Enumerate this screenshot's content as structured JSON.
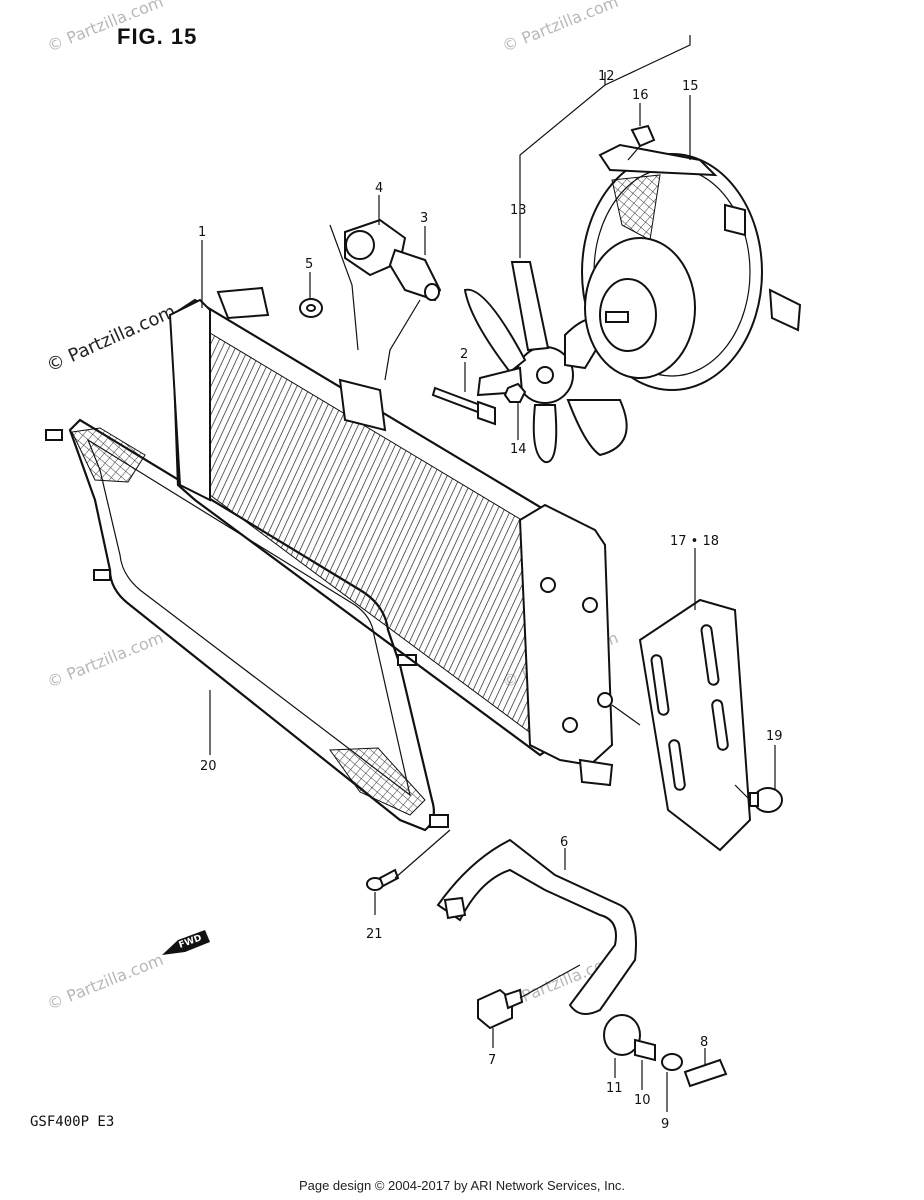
{
  "figure": {
    "title": "FIG. 15",
    "model_code": "GSF400P  E3",
    "footer": "Page design © 2004-2017 by ARI Network Services, Inc.",
    "watermark_primary": "© Partzilla.com",
    "watermark_faint": "© Partzilla.com",
    "fwd_label": "FWD"
  },
  "callouts": [
    {
      "id": "c1",
      "label": "1"
    },
    {
      "id": "c2",
      "label": "2"
    },
    {
      "id": "c3",
      "label": "3"
    },
    {
      "id": "c4",
      "label": "4"
    },
    {
      "id": "c5",
      "label": "5"
    },
    {
      "id": "c6",
      "label": "6"
    },
    {
      "id": "c7",
      "label": "7"
    },
    {
      "id": "c8",
      "label": "8"
    },
    {
      "id": "c9",
      "label": "9"
    },
    {
      "id": "c10",
      "label": "10"
    },
    {
      "id": "c11",
      "label": "11"
    },
    {
      "id": "c12",
      "label": "12"
    },
    {
      "id": "c13",
      "label": "13"
    },
    {
      "id": "c14",
      "label": "14"
    },
    {
      "id": "c15",
      "label": "15"
    },
    {
      "id": "c16",
      "label": "16"
    },
    {
      "id": "c17",
      "label": "17 • 18"
    },
    {
      "id": "c19",
      "label": "19"
    },
    {
      "id": "c20",
      "label": "20"
    },
    {
      "id": "c21",
      "label": "21"
    }
  ]
}
